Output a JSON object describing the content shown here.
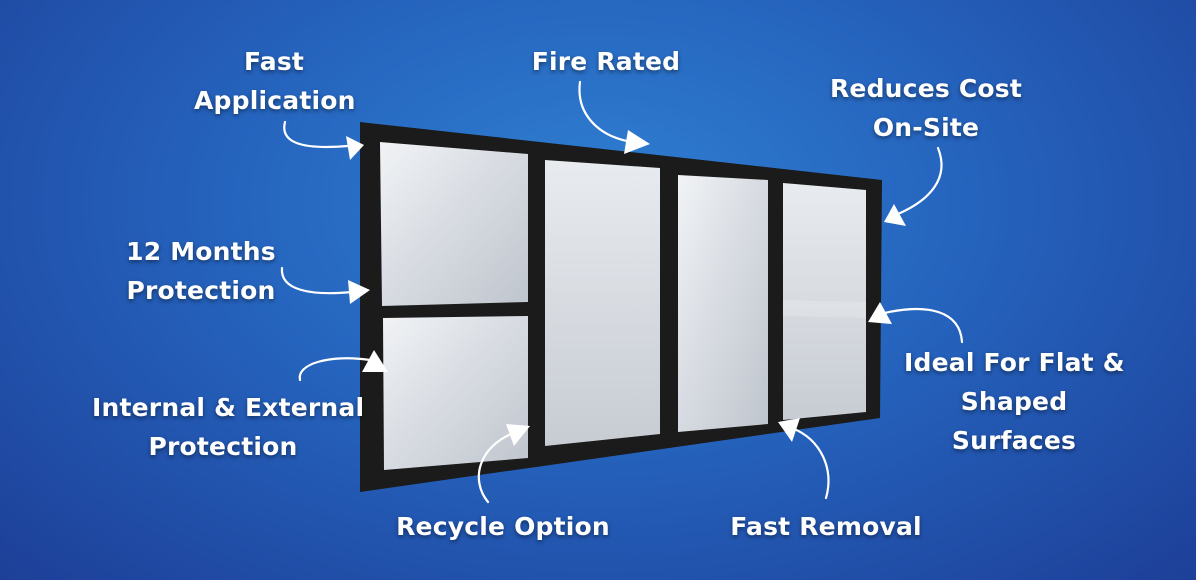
{
  "labels": {
    "fast_application": {
      "line1": "Fast",
      "line2": "Application"
    },
    "fire_rated": {
      "line1": "Fire Rated"
    },
    "reduces_cost": {
      "line1": "Reduces Cost",
      "line2": "On-Site"
    },
    "months_protection": {
      "line1": "12 Months",
      "line2": "Protection"
    },
    "internal_external": {
      "line1": "Internal & External",
      "line2": "Protection"
    },
    "ideal_for": {
      "line1": "Ideal For Flat &",
      "line2": "Shaped",
      "line3": "Surfaces"
    },
    "recycle_option": {
      "line1": "Recycle Option"
    },
    "fast_removal": {
      "line1": "Fast Removal"
    }
  },
  "colors": {
    "background_center": "#2f7fd2",
    "background_edge": "#1d3f98",
    "frame": "#1b1b1b",
    "glass": "#d9dde3",
    "label": "#ffffff"
  }
}
